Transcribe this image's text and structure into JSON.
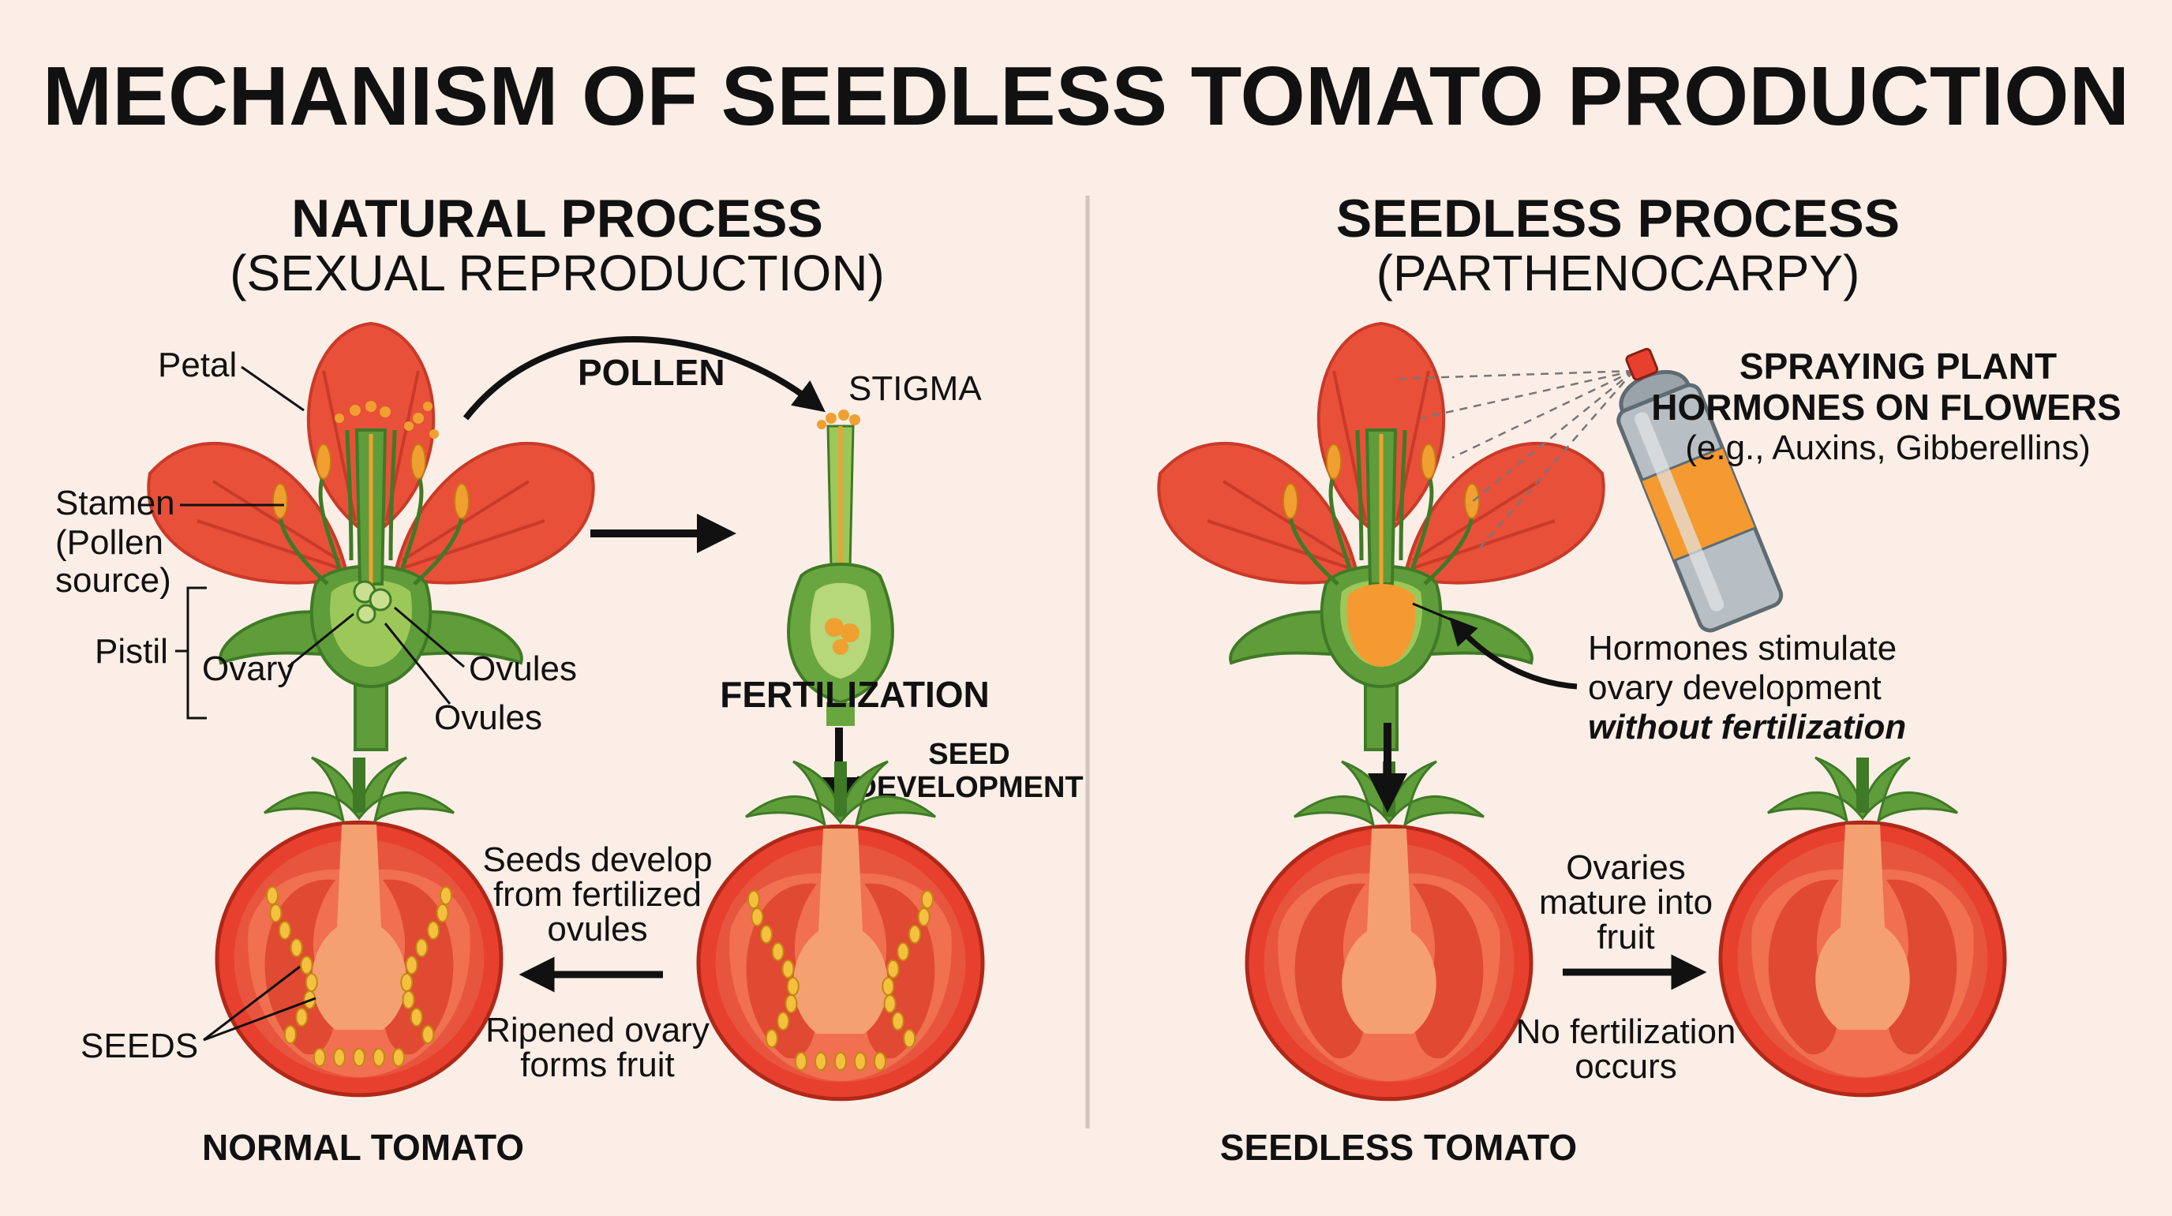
{
  "title": "MECHANISM OF SEEDLESS TOMATO PRODUCTION",
  "left": {
    "heading": "NATURAL PROCESS",
    "subheading": "(SEXUAL REPRODUCTION)",
    "labels": {
      "petal": "Petal",
      "stamen_1": "Stamen",
      "stamen_2": "(Pollen",
      "stamen_3": "source)",
      "pistil": "Pistil",
      "ovary": "Ovary",
      "ovules_1": "Ovules",
      "ovules_2": "Ovules",
      "pollen": "POLLEN",
      "stigma": "STIGMA",
      "fertilization": "FERTILIZATION",
      "seed_dev_1": "SEED",
      "seed_dev_2": "DEVELOPMENT",
      "seeds_develop_1": "Seeds develop",
      "seeds_develop_2": "from fertilized",
      "seeds_develop_3": "ovules",
      "ripened_1": "Ripened ovary",
      "ripened_2": "forms fruit",
      "seeds": "SEEDS",
      "normal_tomato": "NORMAL TOMATO"
    }
  },
  "right": {
    "heading": "SEEDLESS PROCESS",
    "subheading": "(PARTHENOCARPY)",
    "labels": {
      "spray_1": "SPRAYING PLANT",
      "spray_2": "HORMONES ON FLOWERS",
      "spray_3": "(e.g., Auxins, Gibberellins)",
      "hormones_1": "Hormones stimulate",
      "hormones_2": "ovary development",
      "hormones_3": "without fertilization",
      "ovaries_1": "Ovaries",
      "ovaries_2": "mature into",
      "ovaries_3": "fruit",
      "nofert_1": "No fertilization",
      "nofert_2": "occurs",
      "seedless_tomato": "SEEDLESS TOMATO"
    }
  },
  "colors": {
    "background": "#fbeee6",
    "petal": "#e8503a",
    "petal_dark": "#c93a28",
    "sepal": "#5f9c3a",
    "sepal_dark": "#3f7a26",
    "stamen": "#f0a030",
    "tomato": "#e8402f",
    "tomato_flesh": "#f07050",
    "tomato_core": "#f5a070",
    "seed": "#f5c040",
    "hormone": "#f59a30",
    "can": "#b8bfc4",
    "ink": "#111111"
  }
}
